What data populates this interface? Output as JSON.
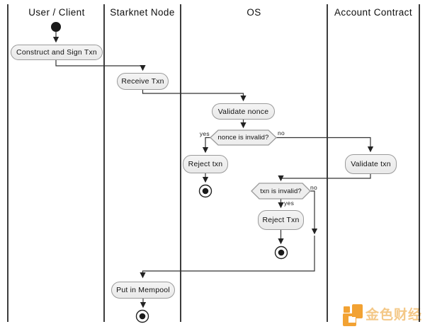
{
  "diagram": {
    "type": "uml-activity-swimlane",
    "lanes": [
      {
        "label": "User / Client"
      },
      {
        "label": "Starknet Node"
      },
      {
        "label": "OS"
      },
      {
        "label": "Account Contract"
      }
    ],
    "activities": {
      "construct": "Construct and Sign Txn",
      "receive": "Receive Txn",
      "validate_nonce": "Validate nonce",
      "reject_txn_nonce": "Reject txn",
      "validate_txn": "Validate txn",
      "reject_txn_os": "Reject Txn",
      "put_in_mempool": "Put in Mempool"
    },
    "decisions": {
      "nonce_invalid": "nonce is invalid?",
      "txn_invalid": "txn is invalid?"
    },
    "edge_labels": {
      "nonce_yes": "yes",
      "nonce_no": "no",
      "txn_yes": "yes",
      "txn_no": "no"
    },
    "colors": {
      "background": "#ffffff",
      "lane_line": "#1a1a1a",
      "activity_fill": "#eeeeee",
      "activity_border": "#9a9a9a",
      "edge": "#333333",
      "node": "#1a1a1a"
    }
  },
  "watermark": {
    "text": "金色财经",
    "logo_color": "#F2A233",
    "text_color": "rgba(238,167,62,0.62)"
  }
}
